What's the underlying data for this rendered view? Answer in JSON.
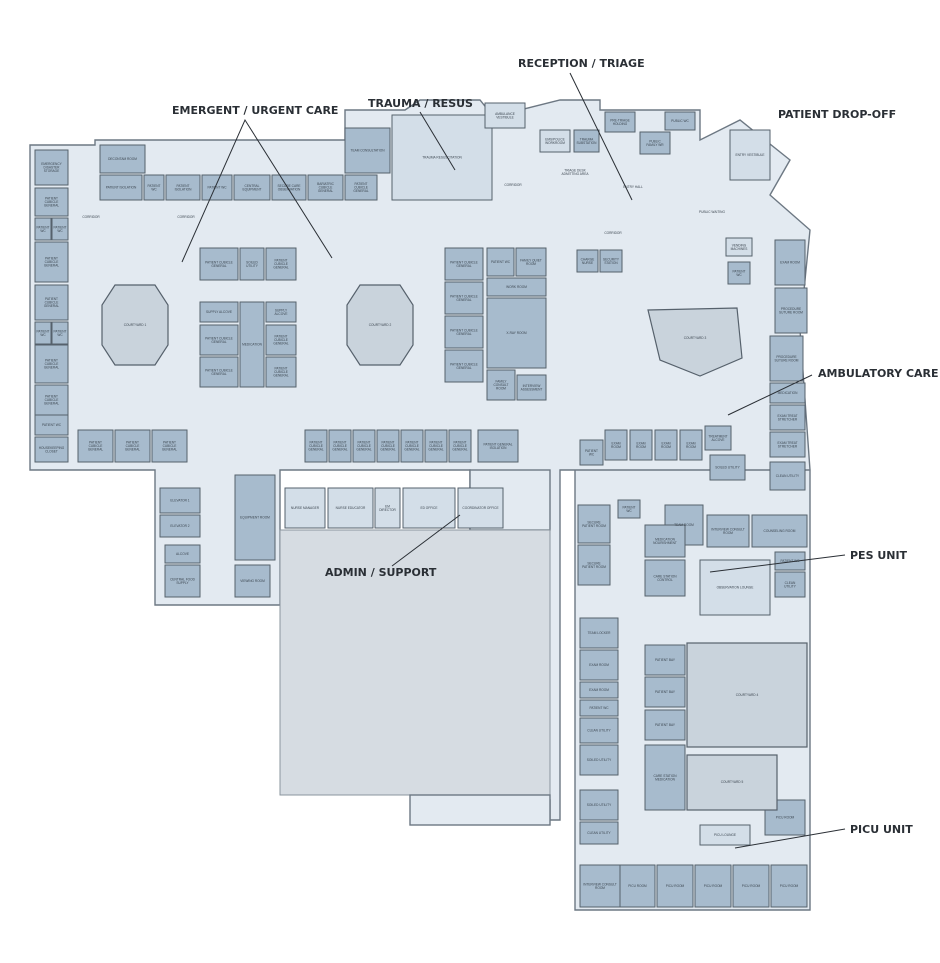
{
  "sections": {
    "emergent": "EMERGENT / URGENT CARE",
    "trauma": "TRAUMA / RESUS",
    "reception": "RECEPTION / TRIAGE",
    "dropoff": "PATIENT DROP-OFF",
    "ambulatory": "AMBULATORY CARE",
    "pes": "PES UNIT",
    "picu": "PICU UNIT",
    "admin": "ADMIN / SUPPORT"
  },
  "rooms": {
    "disaster": "EMERGENCY DISASTER STORAGE",
    "cubicle": "PATIENT CUBICLE GENERAL",
    "wc": "PATIENT WC",
    "housekeeping": "HOUSEKEEPING CLOSET",
    "decon": "DECONTAM ROOM",
    "isolation": "PATIENT ISOLATION",
    "central_equip": "CENTRAL EQUIPMENT",
    "secure_obs": "SECURE CARE OBSERVATION",
    "bariatric": "BARIATRIC CUBICLE GENERAL",
    "team_consult": "TEAM CONSULTATION",
    "trauma_resus": "TRAUMA RESUSCITATION",
    "trauma_sub": "TRAUMA SUBSTATION",
    "soiled": "SOILED UTILITY",
    "supply": "SUPPLY ALCOVE",
    "medication": "MEDICATION",
    "courtyard1": "COURTYARD 1",
    "courtyard2": "COURTYARD 2",
    "courtyard3": "COURTYARD 3",
    "courtyard4": "COURTYARD 4",
    "courtyard5": "COURTYARD 5",
    "xray": "X-RAY ROOM",
    "work": "WORK ROOM",
    "family_quiet": "FAMILY QUIET ROOM",
    "family_consult": "FAMILY CONSULT ROOM",
    "interview": "INTERVIEW ASSESSMENT",
    "isolation_gen": "PATIENT GENERAL ISOLATION",
    "elevator1": "ELEVATOR 1",
    "elevator2": "ELEVATOR 2",
    "alcove": "ALCOVE",
    "food": "CENTRAL FOOD SUPPLY",
    "equipment": "EQUIPMENT ROOM",
    "viewing": "VIEWING ROOM",
    "nurse_mgr": "NURSE MANAGER",
    "nurse_educ": "NURSE EDUCATOR",
    "ed_director": "EM DIRECTOR",
    "ed_office": "ED OFFICE",
    "coord": "COORDINATOR OFFICE",
    "ambulance": "AMBULANCE VESTIBULE",
    "ems": "EMS/POLICE WORKROOM",
    "pretriage": "PRE-TRIAGE HOLDING",
    "public_wc": "PUBLIC WC",
    "family_wc": "PUBLIC FAMILY WR",
    "entry_vest": "ENTRY VESTIBULE",
    "charge": "CHARGE NURSE",
    "security": "SECURITY STATION",
    "vending": "VENDING MACHINES",
    "exam": "EXAM ROOM",
    "procedure": "PROCEDURE SUTURE ROOM",
    "exam_treat": "EXAM TREAT STRETCHER",
    "clean": "CLEAN UTILITY",
    "treat_alcove": "TREATMENT ALCOVE",
    "secure_room": "SECURE PATIENT ROOM",
    "team_room": "TEAM ROOM",
    "interview_consult": "INTERVIEW CONSULT ROOM",
    "counseling": "COUNSELING ROOM",
    "med_nourish": "MEDICATION NOURISHMENT",
    "care_control": "CARE STATION CONTROL",
    "observation": "OBSERVATION LOUNGE",
    "team_locker": "TEAM LOCKER",
    "patient_bay": "PATIENT BAY",
    "care_med": "CARE STATION MEDICATION",
    "picu_room": "PICU ROOM",
    "picu_lounge": "PICU LOUNGE",
    "corridor": "CORRIDOR",
    "entry_hall": "ENTRY HALL",
    "public_waiting": "PUBLIC WAITING",
    "triage": "TRIAGE DESK ADMITTING AREA"
  }
}
